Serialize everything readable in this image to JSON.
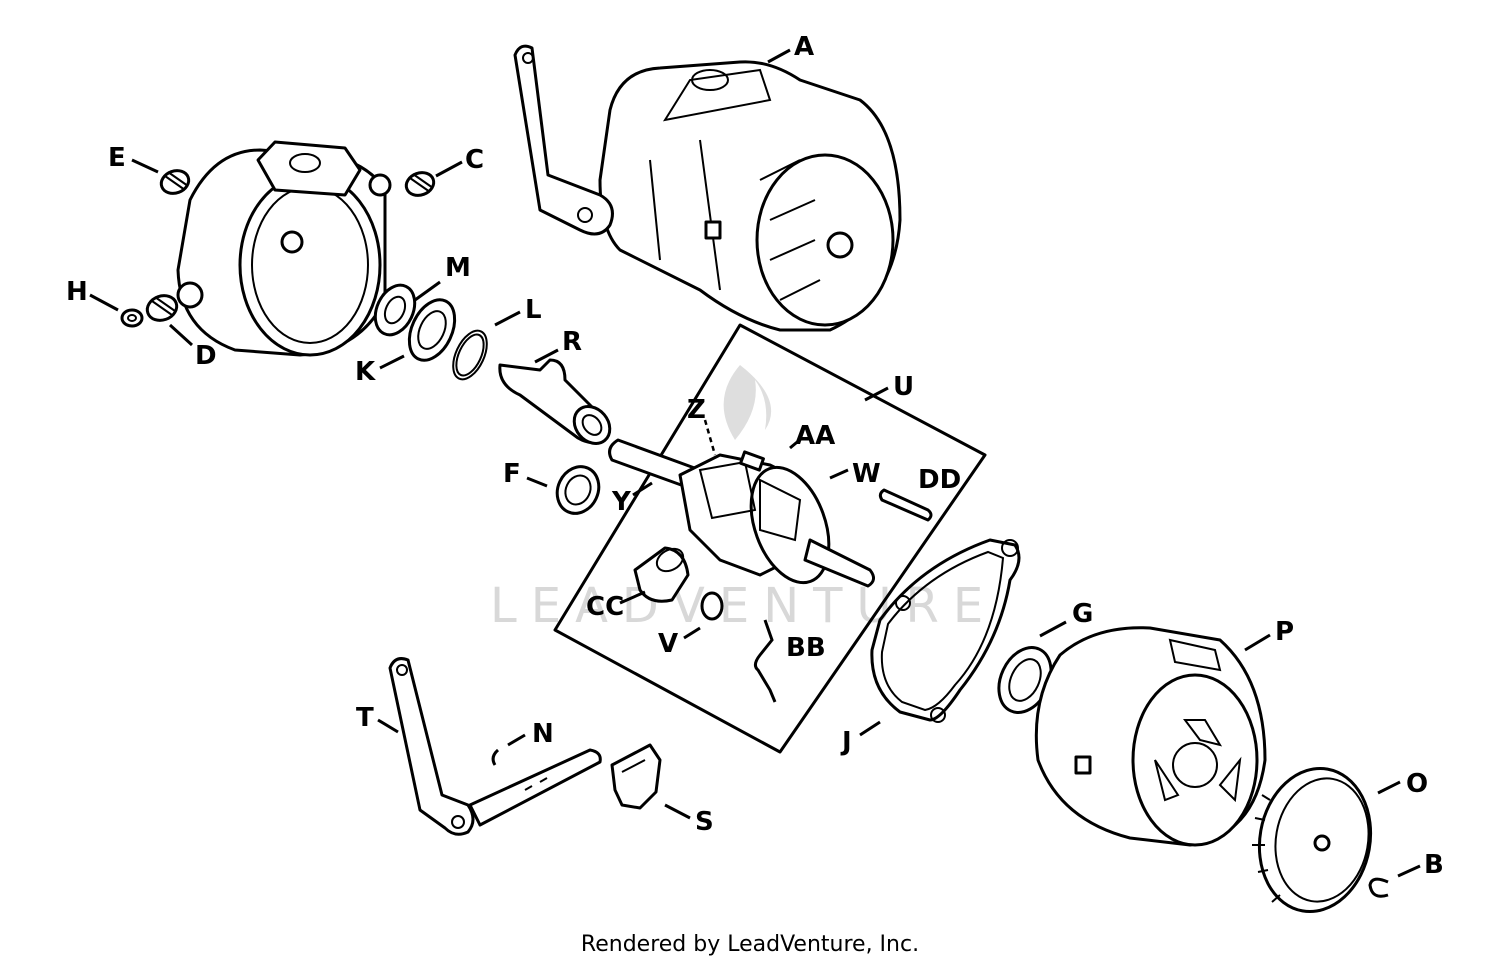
{
  "watermark": "LEADVENTURE",
  "footer": "Rendered by LeadVenture, Inc.",
  "callouts": {
    "A": "A",
    "B": "B",
    "C": "C",
    "D": "D",
    "E": "E",
    "F": "F",
    "G": "G",
    "H": "H",
    "J": "J",
    "K": "K",
    "L": "L",
    "M": "M",
    "N": "N",
    "O": "O",
    "P": "P",
    "R": "R",
    "S": "S",
    "T": "T",
    "U": "U",
    "V": "V",
    "W": "W",
    "Y": "Y",
    "Z": "Z",
    "AA": "AA",
    "BB": "BB",
    "CC": "CC",
    "DD": "DD"
  }
}
